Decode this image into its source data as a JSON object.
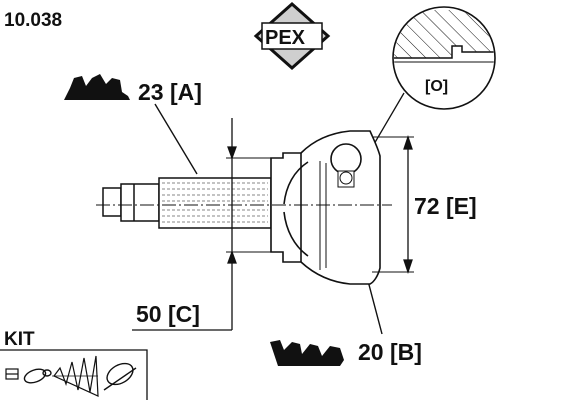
{
  "part_number": "10.038",
  "brand_logo": "PEX",
  "detail_label": "[O]",
  "dimensions": {
    "a": "23 [A]",
    "b": "20 [B]",
    "c": "50 [C]",
    "e": "72 [E]"
  },
  "kit_label": "KIT",
  "icons": [
    "pex-diamond-logo",
    "gear-tooth-icon",
    "nut-icon",
    "clamp-ring-icon",
    "boot-icon",
    "band-clamp-icon"
  ],
  "colors": {
    "ink": "#111111",
    "logo_fill": "#cfcfcf"
  }
}
